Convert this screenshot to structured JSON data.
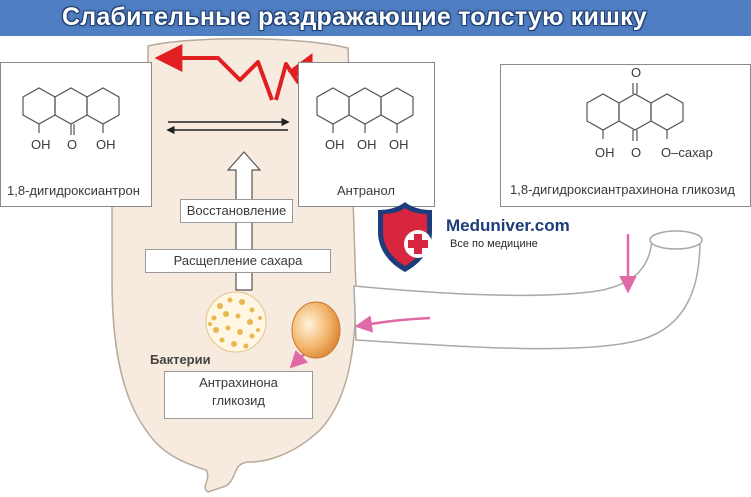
{
  "title": "Слабительные раздражающие толстую кишку",
  "compounds": {
    "dihydroxyanthrone": {
      "name": "1,8-дигидроксиантрон",
      "substituents": [
        "OH",
        "O",
        "OH"
      ]
    },
    "anthranol": {
      "name": "Антранол",
      "substituents": [
        "OH",
        "OH",
        "OH"
      ]
    },
    "glycoside": {
      "name": "1,8-дигидроксиантрахинона гликозид",
      "top_oxygen": "O",
      "substituents": [
        "OH",
        "O",
        "O–сахар"
      ]
    }
  },
  "steps": {
    "reduction": "Восстановление",
    "sugar_cleavage": "Расщепление сахара",
    "bacteria": "Бактерии",
    "anthraquinone_glycoside_line1": "Антрахинона",
    "anthraquinone_glycoside_line2": "гликозид"
  },
  "watermark": {
    "site": "Meduniver.com",
    "tagline": "Все по медицине"
  },
  "colors": {
    "title_bar": "#4f7fc2",
    "colon_fill": "#f7ebe0",
    "red_arrow": "#e02020",
    "pink_arrow": "#e06aa8",
    "box_border": "#8a8a8a"
  }
}
